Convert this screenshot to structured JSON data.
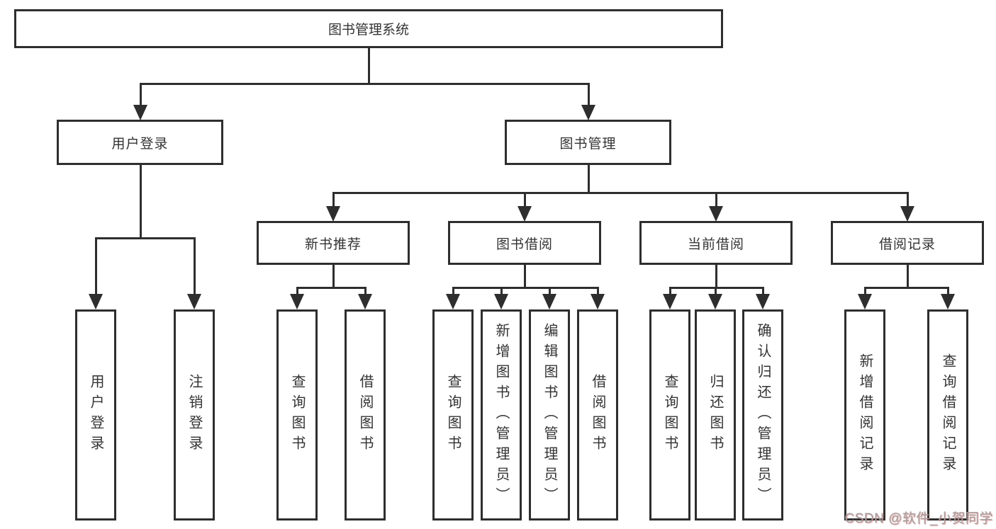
{
  "nodes": {
    "root": {
      "label": "图书管理系统"
    },
    "level1": [
      {
        "label": "用户登录"
      },
      {
        "label": "图书管理"
      }
    ],
    "level2": [
      {
        "label": "新书推荐",
        "parent": "图书管理"
      },
      {
        "label": "图书借阅",
        "parent": "图书管理"
      },
      {
        "label": "当前借阅",
        "parent": "图书管理"
      },
      {
        "label": "借阅记录",
        "parent": "图书管理"
      }
    ],
    "leaves": [
      {
        "label": "用户登录",
        "parent": "用户登录"
      },
      {
        "label": "注销登录",
        "parent": "用户登录"
      },
      {
        "label": "查询图书",
        "parent": "新书推荐"
      },
      {
        "label": "借阅图书",
        "parent": "新书推荐"
      },
      {
        "label": "查询图书",
        "parent": "图书借阅"
      },
      {
        "label": "新增图书（管理员）",
        "parent": "图书借阅"
      },
      {
        "label": "编辑图书（管理员）",
        "parent": "图书借阅"
      },
      {
        "label": "借阅图书",
        "parent": "图书借阅"
      },
      {
        "label": "查询图书",
        "parent": "当前借阅"
      },
      {
        "label": "归还图书",
        "parent": "当前借阅"
      },
      {
        "label": "确认归还（管理员）",
        "parent": "当前借阅"
      },
      {
        "label": "新增借阅记录",
        "parent": "借阅记录"
      },
      {
        "label": "查询借阅记录",
        "parent": "借阅记录"
      }
    ]
  },
  "watermark": {
    "text": "CSDN @软件_小贺同学"
  },
  "colors": {
    "line": "#2e2e2e",
    "box_border": "#2e2e2e",
    "box_fill": "#ffffff",
    "text": "#333333",
    "watermark_gray": "#a0a0a0",
    "watermark_tint": "#d65050",
    "background": "#ffffff"
  }
}
